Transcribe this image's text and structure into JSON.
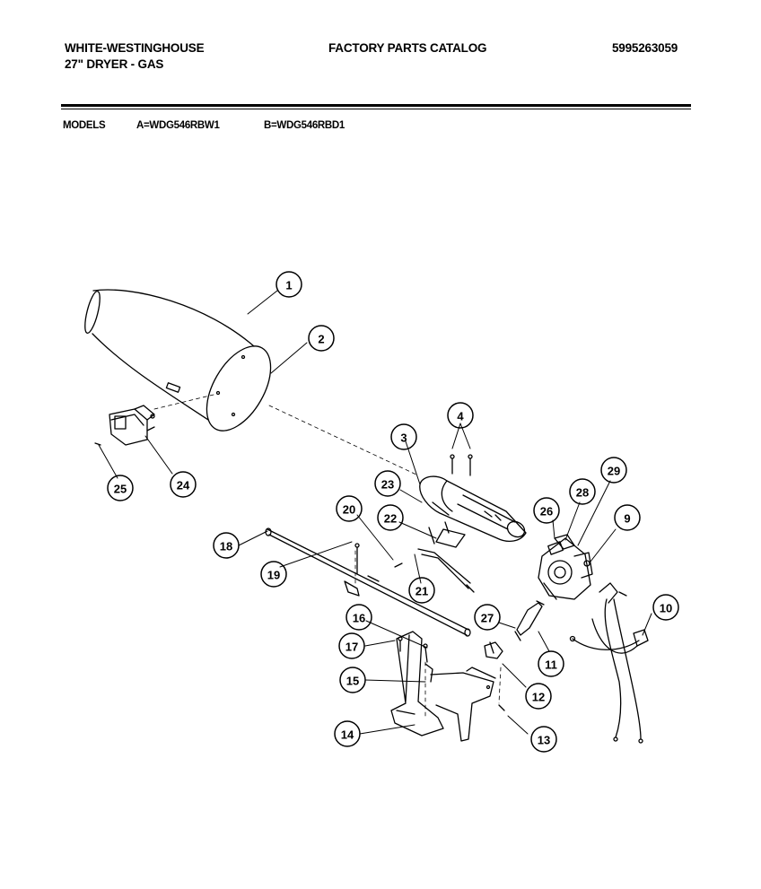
{
  "header": {
    "brand": "WHITE-WESTINGHOUSE",
    "subtitle": "27\" DRYER - GAS",
    "catalog_title": "FACTORY PARTS CATALOG",
    "part_number": "5995263059"
  },
  "models": {
    "label": "MODELS",
    "model_a": "A=WDG546RBW1",
    "model_b": "B=WDG546RBD1"
  },
  "callouts": [
    "1",
    "2",
    "3",
    "4",
    "9",
    "10",
    "11",
    "12",
    "13",
    "14",
    "15",
    "16",
    "17",
    "18",
    "19",
    "20",
    "21",
    "22",
    "23",
    "24",
    "25",
    "26",
    "27",
    "28",
    "29"
  ]
}
